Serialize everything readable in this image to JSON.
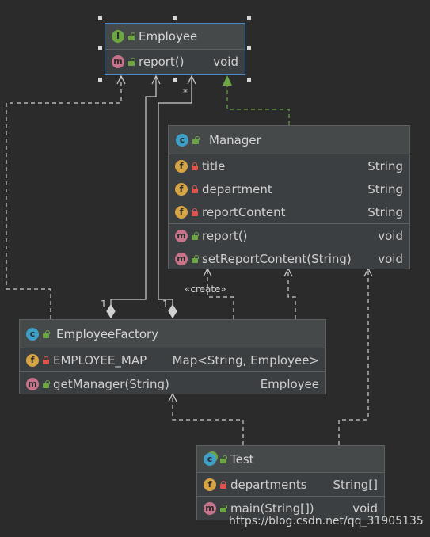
{
  "classes": {
    "employee": {
      "kind": "I",
      "name": "Employee",
      "methods": [
        {
          "name": "report()",
          "type": "void"
        }
      ]
    },
    "manager": {
      "kind": "C",
      "name": "Manager",
      "fields": [
        {
          "name": "title",
          "type": "String"
        },
        {
          "name": "department",
          "type": "String"
        },
        {
          "name": "reportContent",
          "type": "String"
        }
      ],
      "methods": [
        {
          "name": "report()",
          "type": "void"
        },
        {
          "name": "setReportContent(String)",
          "type": "void"
        }
      ]
    },
    "factory": {
      "kind": "C",
      "name": "EmployeeFactory",
      "fields": [
        {
          "name": "EMPLOYEE_MAP",
          "type": "Map<String, Employee>"
        }
      ],
      "methods": [
        {
          "name": "getManager(String)",
          "type": "Employee"
        }
      ]
    },
    "test": {
      "kind": "C",
      "name": "Test",
      "fields": [
        {
          "name": "departments",
          "type": "String[]"
        }
      ],
      "methods": [
        {
          "name": "main(String[])",
          "type": "void"
        }
      ]
    }
  },
  "icons": {
    "class": "c-icon",
    "interface": "i-icon",
    "field": "f-icon",
    "method": "m-icon",
    "public": "unlock-icon",
    "private": "lock-icon"
  },
  "labels": {
    "create": "«create»",
    "mult_star": "*",
    "mult_one_a": "1",
    "mult_one_b": "1"
  },
  "watermark": "https://blog.csdn.net/qq_31905135",
  "colors": {
    "background": "#2b2b2b",
    "box": "#3c3f41",
    "selection": "#4a88c7",
    "realization": "#6ea545",
    "line": "#d0d0d0"
  }
}
